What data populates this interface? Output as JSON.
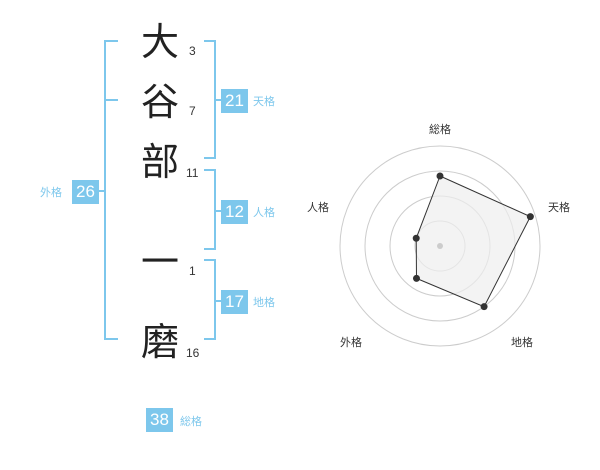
{
  "name": {
    "chars": [
      {
        "char": "大",
        "strokes": "3"
      },
      {
        "char": "谷",
        "strokes": "7"
      },
      {
        "char": "部",
        "strokes": "11"
      },
      {
        "char": "一",
        "strokes": "1"
      },
      {
        "char": "磨",
        "strokes": "16"
      }
    ]
  },
  "kakusu": {
    "tenkaku": {
      "value": "21",
      "label": "天格"
    },
    "jinkaku": {
      "value": "12",
      "label": "人格"
    },
    "chikaku": {
      "value": "17",
      "label": "地格"
    },
    "gaikaku": {
      "value": "26",
      "label": "外格"
    },
    "soukaku": {
      "value": "38",
      "label": "総格"
    }
  },
  "colors": {
    "accent": "#7dc7ec",
    "text": "#222222",
    "grid": "#cccccc",
    "fill": "#eeeeee",
    "outline": "#333333"
  },
  "chart_data": {
    "type": "radar",
    "axes": [
      "総格",
      "天格",
      "地格",
      "外格",
      "人格"
    ],
    "values": [
      0.7,
      0.95,
      0.75,
      0.4,
      0.25
    ],
    "range": [
      0,
      1
    ],
    "rings": 4,
    "grid": true
  }
}
